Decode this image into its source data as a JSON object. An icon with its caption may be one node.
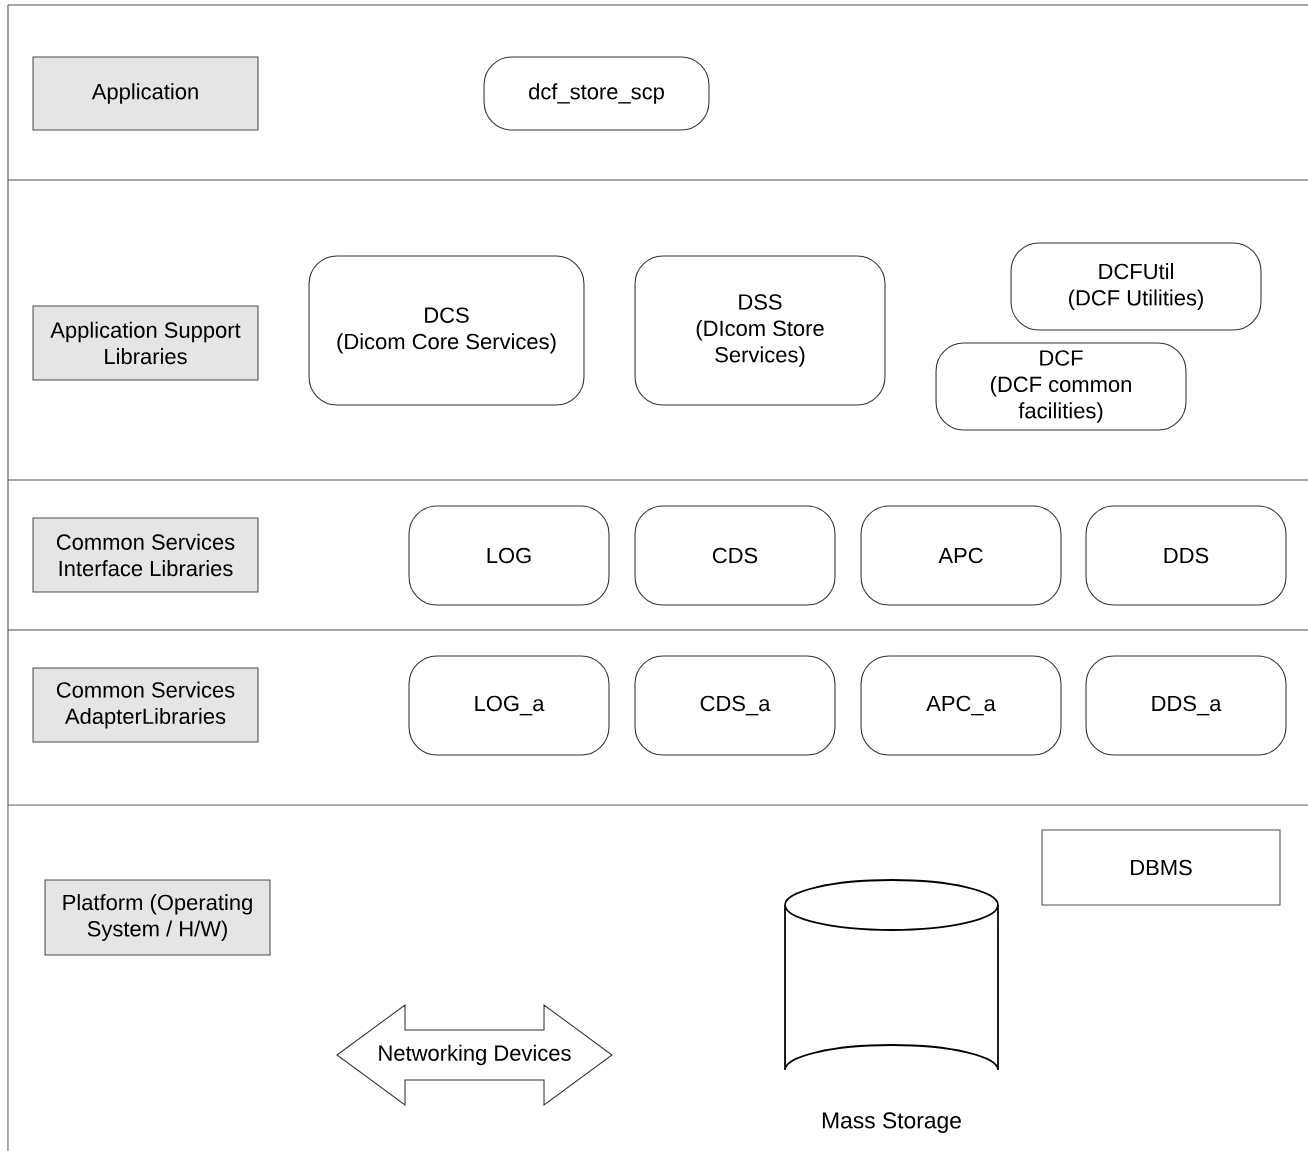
{
  "diagram": {
    "nodes": [
      {
        "text": [],
        "shape": "band"
      },
      {
        "text": [
          "Application"
        ],
        "in": 0
      },
      {
        "text": [
          "dcf_store_scp"
        ],
        "in": 0
      },
      {
        "text": [],
        "shape": "band"
      },
      {
        "text": [
          "Application Support Libraries"
        ],
        "in": 3
      },
      {
        "text": [
          "DCS",
          "(Dicom Core Services)"
        ],
        "in": 3
      },
      {
        "text": [
          "DSS",
          "(DIcom Store Services)"
        ],
        "in": 3
      },
      {
        "text": [
          "DCFUtil",
          "(DCF Utilities)"
        ],
        "in": 3
      },
      {
        "text": [
          "DCF",
          "(DCF common facilities)"
        ],
        "in": 3
      },
      {
        "text": [],
        "shape": "band"
      },
      {
        "text": [
          "Common Services Interface Libraries"
        ],
        "in": 9
      },
      {
        "text": [
          "LOG"
        ],
        "in": 9
      },
      {
        "text": [
          "CDS"
        ],
        "in": 9
      },
      {
        "text": [
          "APC"
        ],
        "in": 9
      },
      {
        "text": [
          "DDS"
        ],
        "in": 9
      },
      {
        "text": [],
        "shape": "band"
      },
      {
        "text": [
          "Common Services AdapterLibraries"
        ],
        "in": 15
      },
      {
        "text": [
          "LOG_a"
        ],
        "in": 15
      },
      {
        "text": [
          "CDS_a"
        ],
        "in": 15
      },
      {
        "text": [
          "APC_a"
        ],
        "in": 15
      },
      {
        "text": [
          "DDS_a"
        ],
        "in": 15
      },
      {
        "text": [],
        "shape": "band"
      },
      {
        "text": [
          "DBMS"
        ],
        "in": 21
      },
      {
        "text": [
          "Platform (Operating System / H/W)"
        ],
        "in": 21
      },
      {
        "text": [
          "Networking Devices"
        ],
        "in": 21
      },
      {
        "text": [
          "Mass Storage"
        ],
        "in": 21
      }
    ]
  }
}
